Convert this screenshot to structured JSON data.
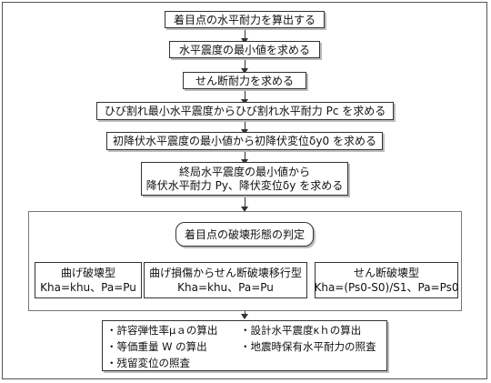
{
  "steps": {
    "s1": "着目点の水平耐力を算出する",
    "s2": "水平震度の最小値を求める",
    "s3": "せん断耐力を求める",
    "s4": "ひび割れ最小水平震度からひび割れ水平耐力 Pc を求める",
    "s5": "初降伏水平震度の最小値から初降伏変位δy0 を求める",
    "s6_line1": "終局水平震度の最小値から",
    "s6_line2": "降伏水平耐力 Py、降伏変位δy を求める"
  },
  "judgement": {
    "title": "着目点の破壊形態の判定",
    "modes": [
      {
        "name": "曲げ破壊型",
        "formula": "Kha=khu、Pa=Pu"
      },
      {
        "name": "曲げ損傷からせん断破壊移行型",
        "formula": "Kha=khu、Pa=Pu"
      },
      {
        "name": "せん断破壊型",
        "formula": "Kha=(Ps0-S0)/S1、Pa=Ps0"
      }
    ]
  },
  "final_items": [
    "・許容弾性率μａの算出",
    "・設計水平震度κｈの算出",
    "・等価重量 W の算出",
    "・地震時保有水平耐力の照査",
    "・残留変位の照査"
  ]
}
